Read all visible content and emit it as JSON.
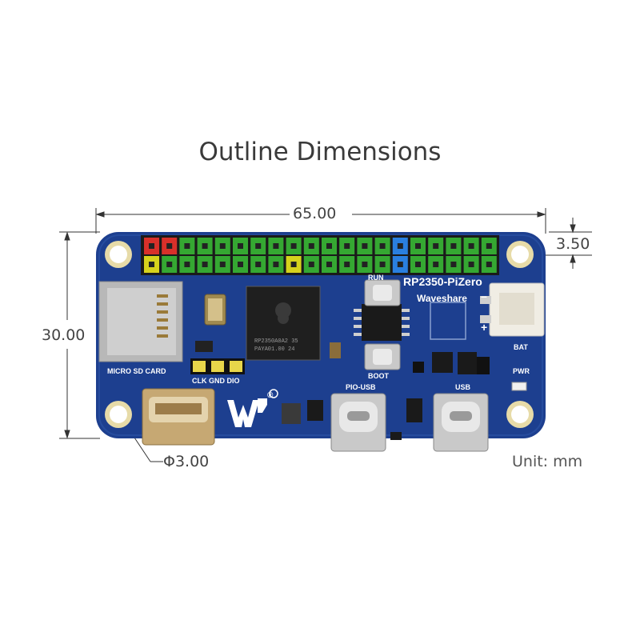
{
  "title": "Outline Dimensions",
  "dimensions": {
    "width": "65.00",
    "height": "30.00",
    "hole_offset": "3.50",
    "hole_diameter": "Φ3.00"
  },
  "unit": "Unit: mm",
  "board": {
    "model": "RP2350-PiZero",
    "brand": "Waveshare",
    "chip_lines": [
      "RP2350A0A2 35",
      "PAYA01.00  24"
    ],
    "labels": {
      "run": "RUN",
      "boot": "BOOT",
      "bat": "BAT",
      "pwr": "PWR",
      "micro_sd": "MICRO SD CARD",
      "debug": "CLK GND DIO",
      "pio_usb": "PIO-USB",
      "usb": "USB",
      "minus": "–",
      "plus": "+",
      "reg": "®"
    },
    "colors": {
      "pcb": "#1d3f8f",
      "header_green": "#35a832",
      "header_red": "#d8302a",
      "header_yellow": "#d6d21c",
      "header_blue": "#2a7fe0",
      "pin_yellow": "#e8d64a"
    },
    "header_top_colors": [
      "red",
      "red",
      "green",
      "green",
      "green",
      "green",
      "green",
      "green",
      "green",
      "green",
      "green",
      "green",
      "green",
      "green",
      "blue",
      "green",
      "green",
      "green",
      "green",
      "green"
    ],
    "header_bottom_colors": [
      "yellow",
      "green",
      "green",
      "green",
      "green",
      "green",
      "green",
      "green",
      "yellow",
      "green",
      "green",
      "green",
      "green",
      "green",
      "blue",
      "green",
      "green",
      "green",
      "green",
      "green"
    ]
  }
}
